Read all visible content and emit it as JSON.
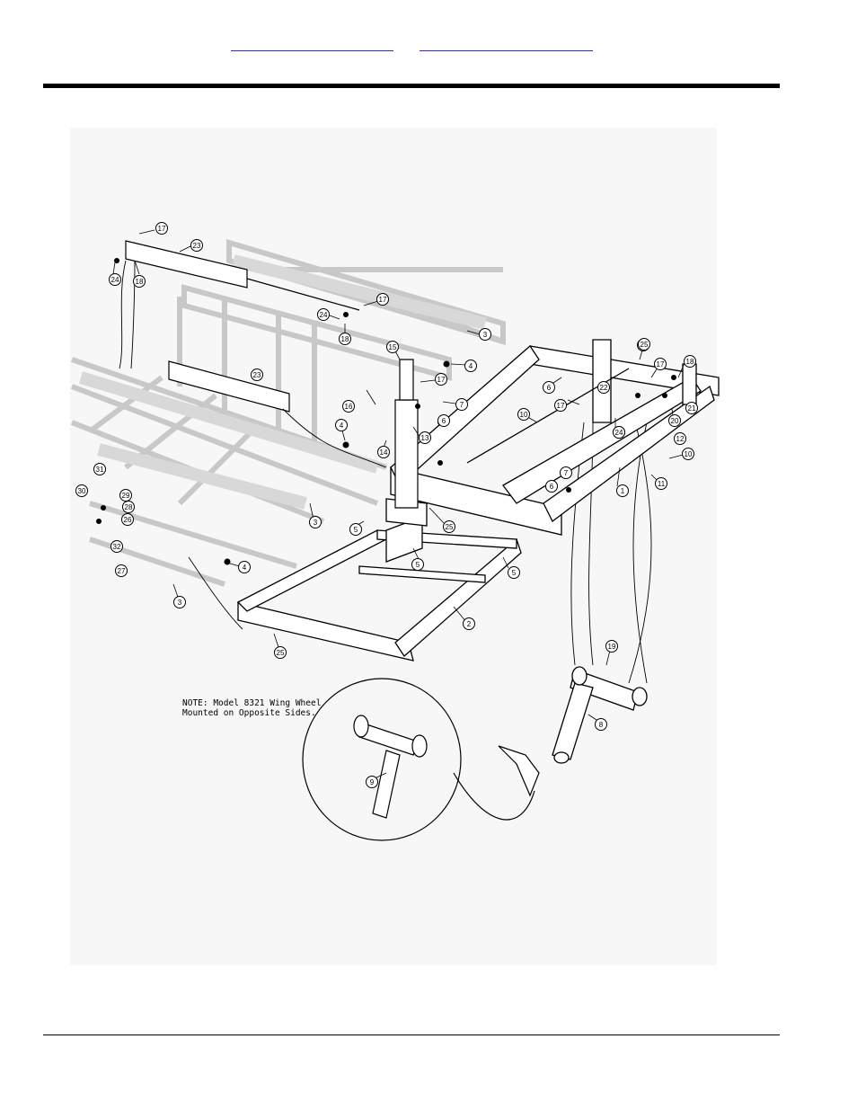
{
  "links": {
    "link1": "",
    "link2": ""
  },
  "note": {
    "line1": "NOTE: Model 8321 Wing Wheel",
    "line2": "Mounted on Opposite Sides."
  },
  "callouts": [
    {
      "n": "17"
    },
    {
      "n": "23"
    },
    {
      "n": "24"
    },
    {
      "n": "18"
    },
    {
      "n": "17"
    },
    {
      "n": "24"
    },
    {
      "n": "18"
    },
    {
      "n": "3"
    },
    {
      "n": "15"
    },
    {
      "n": "4"
    },
    {
      "n": "23"
    },
    {
      "n": "17"
    },
    {
      "n": "16"
    },
    {
      "n": "7"
    },
    {
      "n": "6"
    },
    {
      "n": "13"
    },
    {
      "n": "14"
    },
    {
      "n": "4"
    },
    {
      "n": "7"
    },
    {
      "n": "6"
    },
    {
      "n": "25"
    },
    {
      "n": "17"
    },
    {
      "n": "18"
    },
    {
      "n": "24"
    },
    {
      "n": "22"
    },
    {
      "n": "17"
    },
    {
      "n": "21"
    },
    {
      "n": "10"
    },
    {
      "n": "24"
    },
    {
      "n": "20"
    },
    {
      "n": "12"
    },
    {
      "n": "10"
    },
    {
      "n": "1"
    },
    {
      "n": "11"
    },
    {
      "n": "7"
    },
    {
      "n": "6"
    },
    {
      "n": "31"
    },
    {
      "n": "30"
    },
    {
      "n": "29"
    },
    {
      "n": "28"
    },
    {
      "n": "26"
    },
    {
      "n": "32"
    },
    {
      "n": "27"
    },
    {
      "n": "3"
    },
    {
      "n": "5"
    },
    {
      "n": "25"
    },
    {
      "n": "5"
    },
    {
      "n": "5"
    },
    {
      "n": "4"
    },
    {
      "n": "3"
    },
    {
      "n": "2"
    },
    {
      "n": "25"
    },
    {
      "n": "19"
    },
    {
      "n": "8"
    },
    {
      "n": "9"
    }
  ]
}
